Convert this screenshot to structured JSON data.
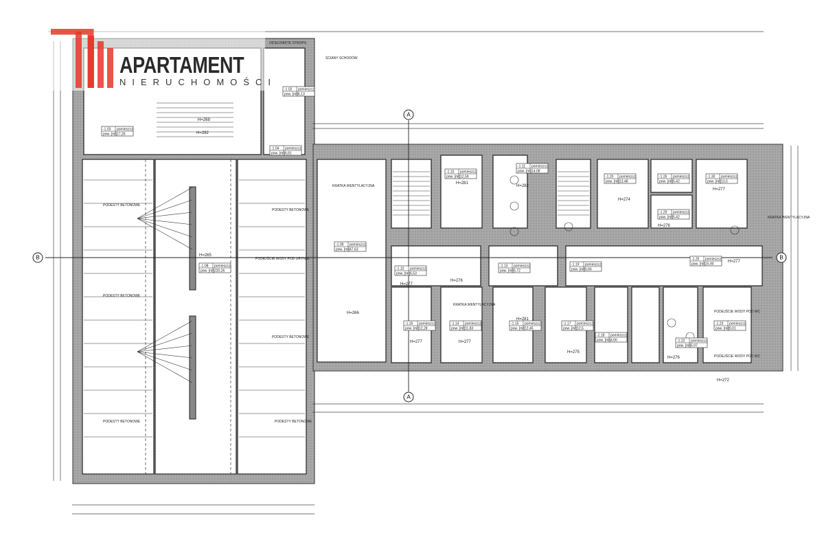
{
  "logo": {
    "name": "APARTAMENT",
    "sub": "NIERUCHOMOŚCI",
    "color": "#e8362c"
  },
  "axes": [
    {
      "label": "A"
    },
    {
      "label": "A"
    },
    {
      "label": "B"
    },
    {
      "label": "B"
    }
  ],
  "room_tag_word": "pomieszcz.",
  "area_word": "pow. [m²]",
  "rooms": [
    {
      "code": "-1.08",
      "area": "220,26"
    },
    {
      "code": "-1.09",
      "area": "47,63"
    },
    {
      "code": "-1.10",
      "area": "12,59"
    },
    {
      "code": "-1.11",
      "area": "14,08"
    },
    {
      "code": "-1.20",
      "area": "13,48"
    },
    {
      "code": "-1.26",
      "area": "5,42"
    },
    {
      "code": "-1.30",
      "area": "13,5"
    },
    {
      "code": "-1.29",
      "area": "5,42"
    },
    {
      "code": "-1.25",
      "area": "15,90"
    },
    {
      "code": "-1.10",
      "area": "6,53"
    },
    {
      "code": "-1.16",
      "area": "12,28"
    },
    {
      "code": "-1.14",
      "area": "11,83"
    },
    {
      "code": "-1.15",
      "area": "12,45"
    },
    {
      "code": "-1.17",
      "area": "12,5"
    },
    {
      "code": "-1.18",
      "area": "4,66"
    },
    {
      "code": "-1.23",
      "area": "9,01"
    },
    {
      "code": "-1.22",
      "area": "5,97"
    },
    {
      "code": "-1.13",
      "area": "5,72"
    },
    {
      "code": "-1.19",
      "area": "5,66"
    },
    {
      "code": "-1.04",
      "area": "6,81"
    },
    {
      "code": "-1.03",
      "area": "17,26"
    },
    {
      "code": "-1.02",
      "area": "6,13"
    }
  ],
  "heights": [
    "H=265",
    "H=266",
    "H=277",
    "H=277",
    "H=277",
    "H=281",
    "H=275",
    "H=274",
    "H=276",
    "H=277",
    "H=282",
    "H=281",
    "H=292",
    "H=268",
    "H=276",
    "H=272",
    "H=276",
    "H=277"
  ],
  "notes": [
    "PODESTY BETONOWE",
    "PODESTY BETONOWE",
    "PODESTY BETONOWE",
    "PODESTY BETONOWE",
    "PODESTY BETONOWE",
    "PODESTY BETONOWE",
    "KRATKA WENTYLACYJNA",
    "KRATKA WENTYLACYJNA",
    "KRATKA WENTYLACYJNA",
    "PODEJŚCIE WODY POD URYNAŁ",
    "PODEJŚCIE WODY POD WC",
    "PODEJŚCIE WODY POD WC",
    "ODSŁONIĘTE STROPU",
    "ŚCIANY SCHODÓW"
  ]
}
